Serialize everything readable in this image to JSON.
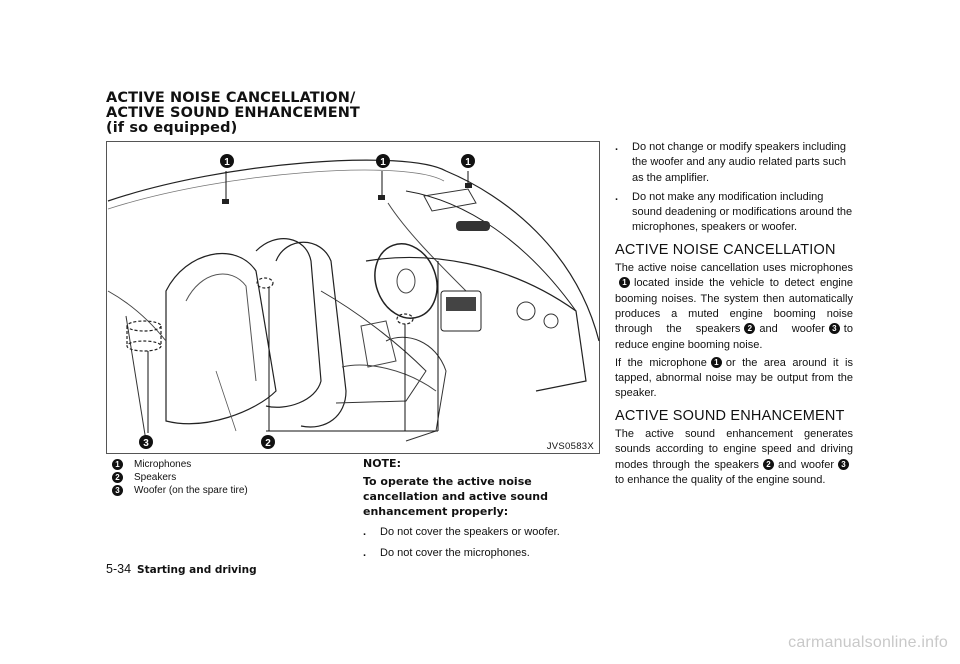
{
  "heading": "ACTIVE NOISE CANCELLATION/ ACTIVE SOUND ENHANCEMENT (if so equipped)",
  "figure": {
    "code": "JVS0583X",
    "callouts": [
      "1",
      "1",
      "1",
      "2",
      "3"
    ]
  },
  "legend": [
    {
      "num": "1",
      "label": "Microphones"
    },
    {
      "num": "2",
      "label": "Speakers"
    },
    {
      "num": "3",
      "label": "Woofer (on the spare tire)"
    }
  ],
  "note": {
    "title": "NOTE:",
    "text": "To operate the active noise cancellation and active sound enhancement properly:",
    "bullets": [
      "Do not cover the speakers or woofer.",
      "Do not cover the microphones."
    ]
  },
  "right": {
    "bullets": [
      "Do not change or modify speakers including the woofer and any audio related parts such as the amplifier.",
      "Do not make any modification including sound deadening or modifications around the microphones, speakers or woofer."
    ],
    "anc_heading": "ACTIVE NOISE CANCELLATION",
    "anc_p1": {
      "a": "The active noise cancellation uses microphones",
      "n1": "1",
      "b": "located inside the vehicle to detect engine booming noises. The system then automatically produces a muted engine booming noise through the speakers",
      "n2": "2",
      "c": "and woofer",
      "n3": "3",
      "d": "to reduce engine booming noise."
    },
    "anc_p2": {
      "a": "If the microphone",
      "n1": "1",
      "b": "or the area around it is tapped, abnormal noise may be output from the speaker."
    },
    "ase_heading": "ACTIVE SOUND ENHANCEMENT",
    "ase_p1": {
      "a": "The active sound enhancement generates sounds according to engine speed and driving modes through the speakers",
      "n2": "2",
      "b": "and woofer",
      "n3": "3",
      "c": "to enhance the quality of the engine sound."
    }
  },
  "footer": {
    "page": "5-34",
    "section": "Starting and driving"
  },
  "watermark": "carmanualsonline.info"
}
